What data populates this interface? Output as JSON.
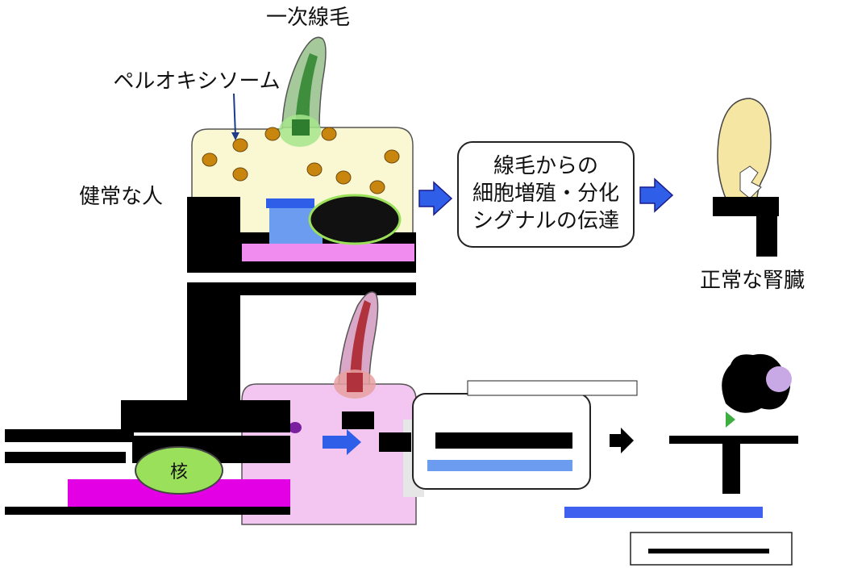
{
  "labels": {
    "primary_cilium": "一次線毛",
    "peroxisome": "ペルオキシソーム",
    "healthy_person": "健常な人",
    "nucleus": "核",
    "signal_box_line1": "線毛からの",
    "signal_box_line2": "細胞増殖・分化",
    "signal_box_line3": "シグナルの伝達",
    "normal_kidney": "正常な腎臓"
  },
  "colors": {
    "healthy_cell_fill": "#FAF8D2",
    "peroxisome_dot": "#C8860E",
    "cilium_green": "#3E8E3E",
    "basal_glow_green": "#A6E58C",
    "patient_cell_fill": "#F2C6F0",
    "cilium_red": "#B0323C",
    "nucleus_fill": "#9BE05A",
    "arrow_blue": "#2F5FE8",
    "kidney_fill": "#F6E6A4",
    "glitch_magenta": "#E400E4",
    "glitch_blue": "#6C9CF0"
  },
  "icons": [
    "right-arrow-icon",
    "right-arrow-icon",
    "kidney-icon"
  ]
}
